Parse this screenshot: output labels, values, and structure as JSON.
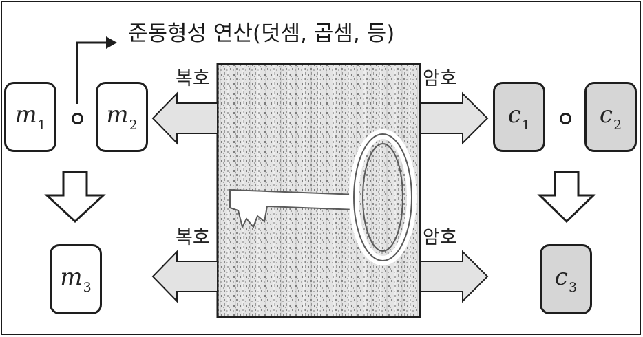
{
  "title": "준동형성 연산(덧셈, 곱셈, 등)",
  "labels": {
    "decrypt_top": "복호",
    "decrypt_bottom": "복호",
    "encrypt_top": "암호",
    "encrypt_bottom": "암호"
  },
  "plaintext": {
    "m1": {
      "var": "m",
      "sub": "1"
    },
    "m2": {
      "var": "m",
      "sub": "2"
    },
    "m3": {
      "var": "m",
      "sub": "3"
    }
  },
  "ciphertext": {
    "c1": {
      "var": "c",
      "sub": "1"
    },
    "c2": {
      "var": "c",
      "sub": "2"
    },
    "c3": {
      "var": "c",
      "sub": "3"
    }
  },
  "icons": {
    "key": "key-icon",
    "operation": "circle-operator-icon"
  },
  "colors": {
    "cipher_box_fill": "#d6d6d6",
    "plain_box_fill": "#ffffff",
    "arrow_fill": "#e3e3e3",
    "stroke": "#1e1e1e"
  }
}
